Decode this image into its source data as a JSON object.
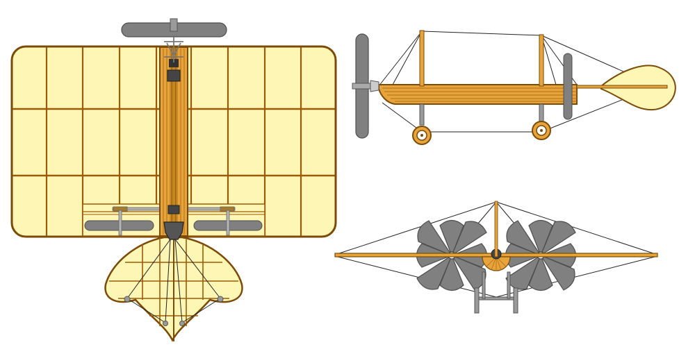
{
  "colors": {
    "background": "#ffffff",
    "wing_fabric": "#fdf6b4",
    "wood": "#e7a43c",
    "wood_dark": "#9a5b08",
    "outline": "#7a4a06",
    "metal": "#808080",
    "metal_dark": "#4e4e4e",
    "rigging": "#222222"
  },
  "views": [
    {
      "name": "top-view",
      "icons": [
        "wing",
        "fuselage",
        "propeller",
        "rudder",
        "tailplane",
        "radiator"
      ]
    },
    {
      "name": "side-view",
      "icons": [
        "propeller",
        "fuselage",
        "landing-gear",
        "tailplane",
        "rigging-wire"
      ]
    },
    {
      "name": "front-view",
      "icons": [
        "wing",
        "propeller",
        "landing-gear",
        "rigging-wire"
      ]
    }
  ]
}
